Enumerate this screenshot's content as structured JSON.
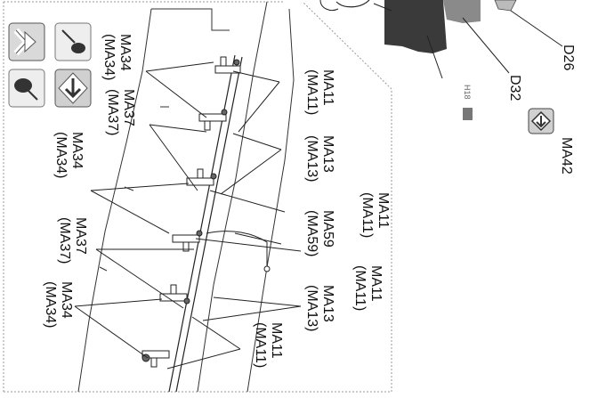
{
  "nav_buttons": [
    {
      "name": "next-arrow-button",
      "icon": "right-chevron-icon"
    },
    {
      "name": "connector-plug-button",
      "icon": "plug-icon"
    },
    {
      "name": "connector-socket-button",
      "icon": "socket-icon"
    },
    {
      "name": "down-arrow-button",
      "icon": "down-arrow-icon"
    }
  ],
  "connectors": {
    "rail_labels": [
      {
        "id": "ma34_top",
        "main": "MA34",
        "sub": "(MA34)"
      },
      {
        "id": "ma11_a",
        "main": "MA11",
        "sub": "(MA11)"
      },
      {
        "id": "ma37_top",
        "main": "MA37",
        "sub": "(MA37)"
      },
      {
        "id": "ma13_a",
        "main": "MA13",
        "sub": "(MA13)"
      },
      {
        "id": "ma34_mid",
        "main": "MA34",
        "sub": "(MA34)"
      },
      {
        "id": "ma11_b",
        "main": "MA11",
        "sub": "(MA11)"
      },
      {
        "id": "ma59",
        "main": "MA59",
        "sub": "(MA59)"
      },
      {
        "id": "ma37_bot",
        "main": "MA37",
        "sub": "(MA37)"
      },
      {
        "id": "ma11_c",
        "main": "MA11",
        "sub": "(MA11)"
      },
      {
        "id": "ma13_b",
        "main": "MA13",
        "sub": "(MA13)"
      },
      {
        "id": "ma34_bot",
        "main": "MA34",
        "sub": "(MA34)"
      },
      {
        "id": "ma11_d",
        "main": "MA11",
        "sub": "(MA11)"
      }
    ],
    "upper_labels": {
      "d26": "D26",
      "d32": "D32",
      "ma42": "MA42",
      "figure_ref": "H18"
    }
  },
  "colors": {
    "line": "#222222",
    "button_bg": "#d9d9d9",
    "button_border": "#555555",
    "dotted_frame": "#9a9a9a",
    "dark_part": "#3a3a3a"
  }
}
